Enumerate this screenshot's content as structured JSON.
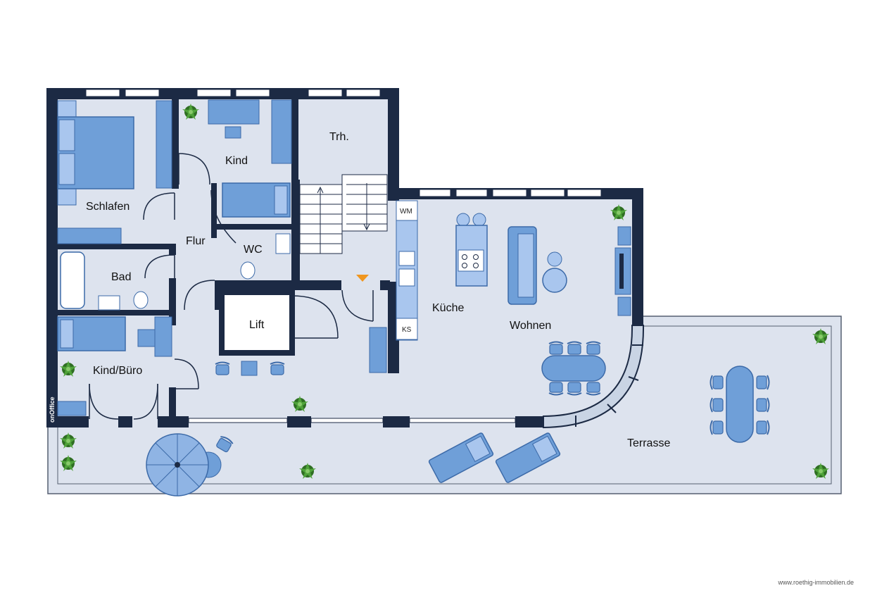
{
  "rooms": {
    "schlafen": "Schlafen",
    "kind": "Kind",
    "trh": "Trh.",
    "flur": "Flur",
    "wc": "WC",
    "bad": "Bad",
    "lift": "Lift",
    "kind_buero": "Kind/Büro",
    "kueche": "Küche",
    "wohnen": "Wohnen",
    "terrasse": "Terrasse"
  },
  "appliances": {
    "wm": "WM",
    "ks": "KS"
  },
  "brand": "onOffice",
  "footer_url": "www.roethig-immobilien.de",
  "colors": {
    "wall": "#1c2a44",
    "floor": "#dde3ee",
    "furniture": "#6f9fd8",
    "furniture_light": "#a9c6ee",
    "furniture_edge": "#3c6aa8",
    "window": "#ffffff",
    "stair_arrow": "#f0961e",
    "plant": "#3d7d2a"
  }
}
